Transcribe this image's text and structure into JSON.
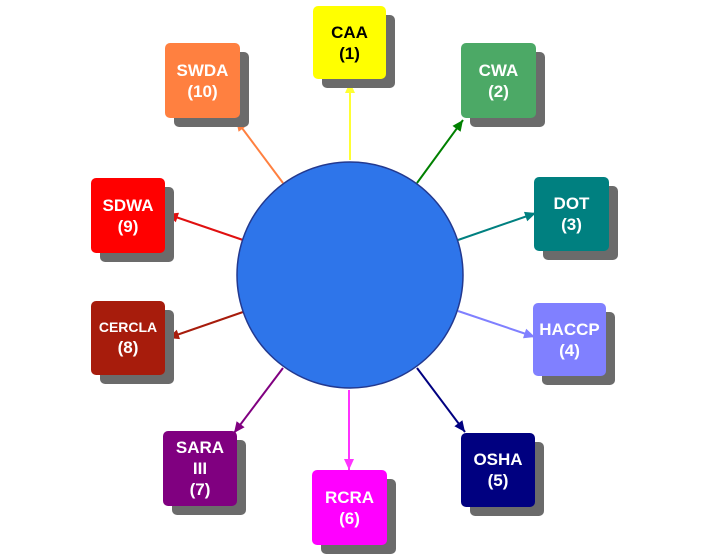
{
  "hub": {
    "color": "#2e75ea",
    "stroke": "#23398f"
  },
  "nodes": [
    {
      "id": "caa",
      "label": "CAA",
      "num": "(1)",
      "fill": "#ffff00",
      "text": "#000000",
      "arrow": "#ffff33"
    },
    {
      "id": "cwa",
      "label": "CWA",
      "num": "(2)",
      "fill": "#4ca966",
      "text": "#ffffff",
      "arrow": "#008000"
    },
    {
      "id": "dot",
      "label": "DOT",
      "num": "(3)",
      "fill": "#008080",
      "text": "#ffffff",
      "arrow": "#008080"
    },
    {
      "id": "haccp",
      "label": "HACCP",
      "num": "(4)",
      "fill": "#8080ff",
      "text": "#ffffff",
      "arrow": "#8080ff"
    },
    {
      "id": "osha",
      "label": "OSHA",
      "num": "(5)",
      "fill": "#000080",
      "text": "#ffffff",
      "arrow": "#000080"
    },
    {
      "id": "rcra",
      "label": "RCRA",
      "num": "(6)",
      "fill": "#ff00ff",
      "text": "#ffffff",
      "arrow": "#ff33ff"
    },
    {
      "id": "sara",
      "label": "SARA\nIII",
      "num": "(7)",
      "fill": "#800080",
      "text": "#ffffff",
      "arrow": "#800080"
    },
    {
      "id": "cercla",
      "label": "CERCLA",
      "num": "(8)",
      "fill": "#a71c0c",
      "text": "#ffffff",
      "arrow": "#a71c0c"
    },
    {
      "id": "sdwa",
      "label": "SDWA",
      "num": "(9)",
      "fill": "#ff0000",
      "text": "#ffffff",
      "arrow": "#e01010"
    },
    {
      "id": "swda",
      "label": "SWDA",
      "num": "(10)",
      "fill": "#ff8040",
      "text": "#ffffff",
      "arrow": "#ff8040"
    }
  ]
}
